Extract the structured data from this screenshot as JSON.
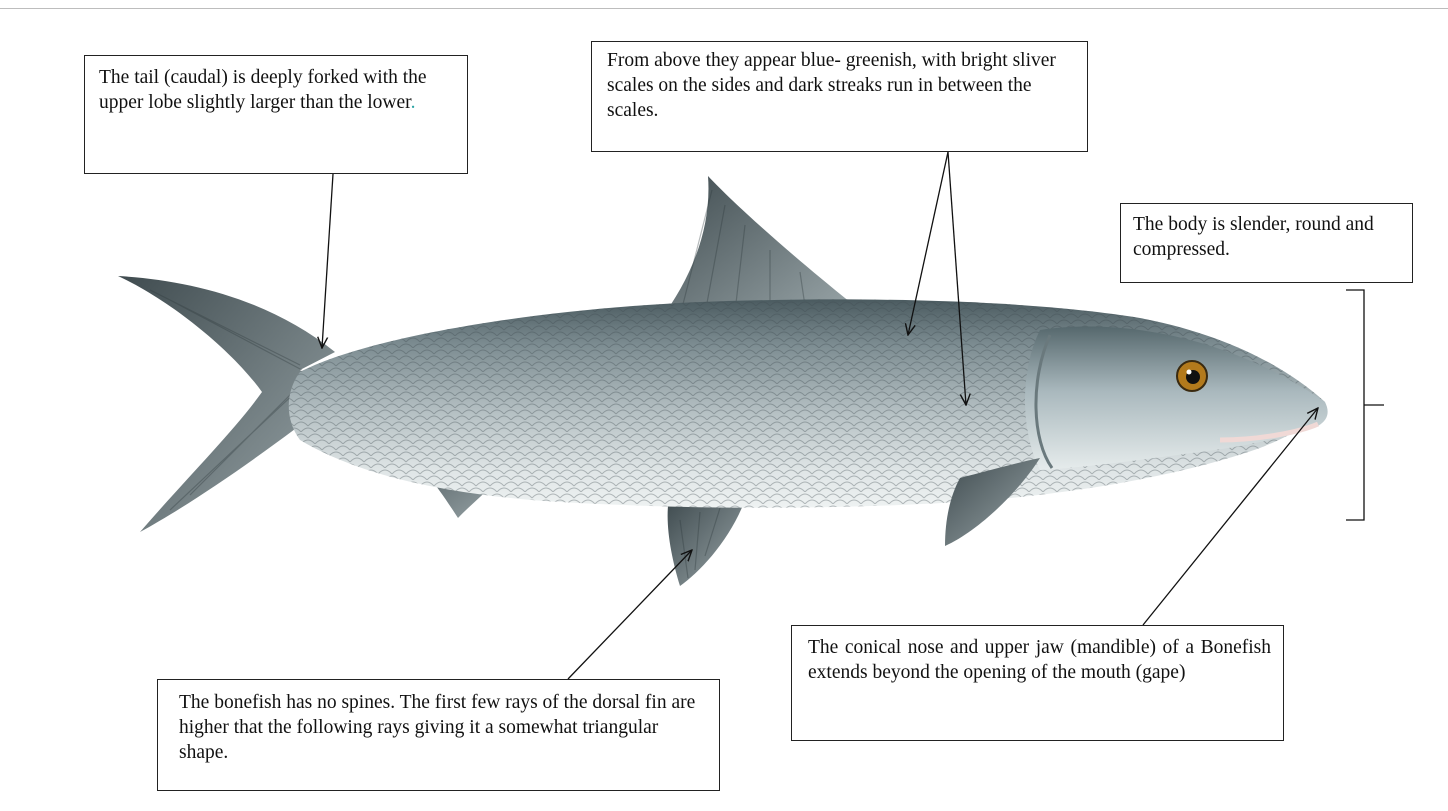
{
  "callouts": {
    "tail": "The tail (caudal) is deeply forked with the upper lobe slightly larger than the lower",
    "tail_end": ".",
    "color": "From above they appear blue- greenish, with bright sliver scales on the sides and dark streaks run in between the scales.",
    "body": "The body is slender, round and compressed.",
    "spines": "The bonefish has no spines. The first few rays of the dorsal fin are higher that the following rays giving it a somewhat triangular shape.",
    "nose": "The conical nose and upper jaw (mandible) of a Bonefish extends beyond the opening of the mouth (gape)"
  },
  "colors": {
    "fish_back": "#4f5f63",
    "fish_belly": "#e4e9ea",
    "fin": "#6f7c80",
    "eye": "#b37a1c",
    "line": "#111111"
  },
  "icons": [
    "bonefish-illustration",
    "arrow-icon",
    "bracket-icon"
  ]
}
